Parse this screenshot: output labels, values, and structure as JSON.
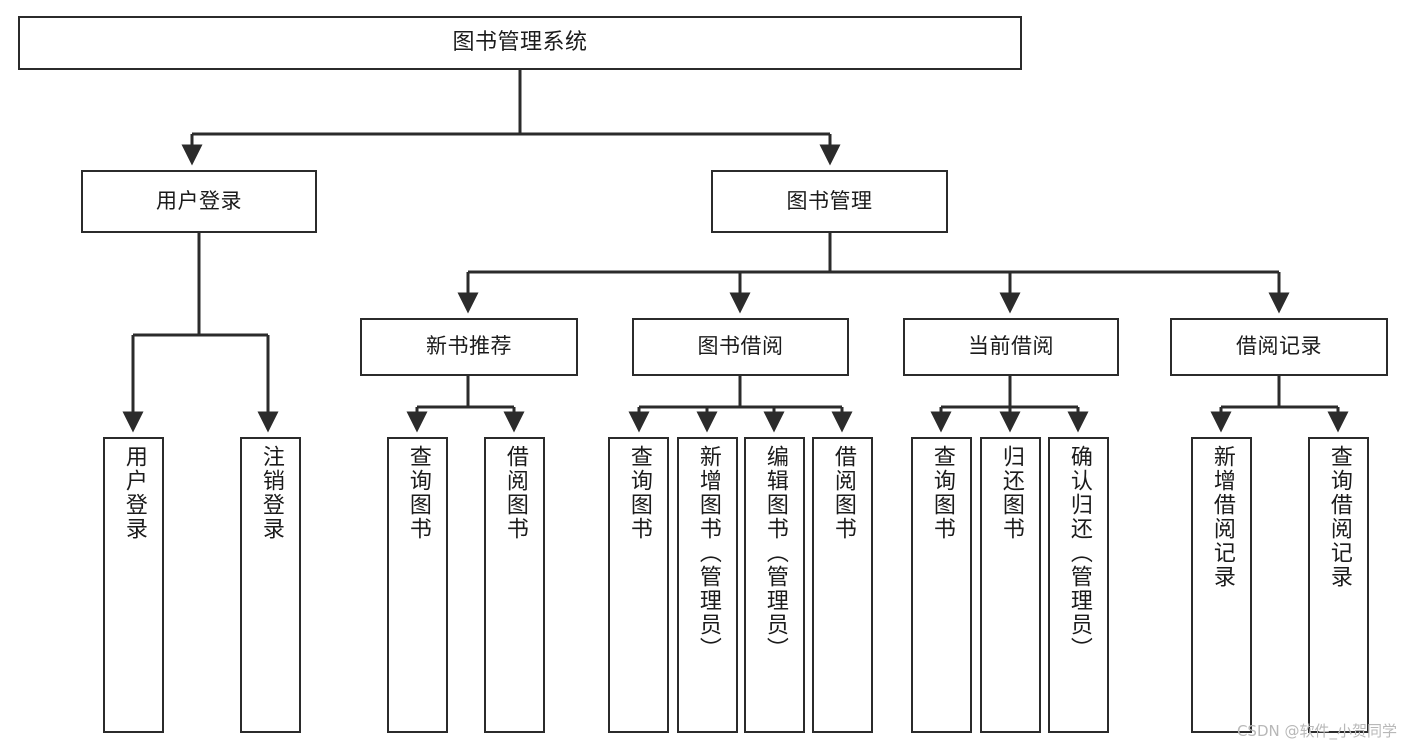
{
  "diagram": {
    "title": "图书管理系统",
    "type": "tree",
    "watermark": "CSDN @软件_小贺同学",
    "colors": {
      "stroke": "#2b2b2b",
      "fill": "#ffffff",
      "text": "#1b1b1b",
      "watermark": "#b8b8b8"
    },
    "levels": {
      "root": {
        "label": "图书管理系统"
      },
      "level2": [
        {
          "id": "user-login",
          "label": "用户登录"
        },
        {
          "id": "book-manage",
          "label": "图书管理"
        }
      ],
      "level3": [
        {
          "id": "new-book-recommend",
          "label": "新书推荐"
        },
        {
          "id": "book-borrow",
          "label": "图书借阅"
        },
        {
          "id": "current-borrow",
          "label": "当前借阅"
        },
        {
          "id": "borrow-record",
          "label": "借阅记录"
        }
      ],
      "leaves": [
        {
          "id": "leaf-user-login",
          "label": "用户登录",
          "parent": "user-login"
        },
        {
          "id": "leaf-logout-login",
          "label": "注销登录",
          "parent": "user-login"
        },
        {
          "id": "leaf-query-book-1",
          "label": "查询图书",
          "parent": "new-book-recommend"
        },
        {
          "id": "leaf-borrow-book-1",
          "label": "借阅图书",
          "parent": "new-book-recommend"
        },
        {
          "id": "leaf-query-book-2",
          "label": "查询图书",
          "parent": "book-borrow"
        },
        {
          "id": "leaf-add-book",
          "label": "新增图书（管理员）",
          "parent": "book-borrow"
        },
        {
          "id": "leaf-edit-book",
          "label": "编辑图书（管理员）",
          "parent": "book-borrow"
        },
        {
          "id": "leaf-borrow-book-2",
          "label": "借阅图书",
          "parent": "book-borrow"
        },
        {
          "id": "leaf-query-book-3",
          "label": "查询图书",
          "parent": "current-borrow"
        },
        {
          "id": "leaf-return-book",
          "label": "归还图书",
          "parent": "current-borrow"
        },
        {
          "id": "leaf-confirm-return",
          "label": "确认归还（管理员）",
          "parent": "current-borrow"
        },
        {
          "id": "leaf-add-record",
          "label": "新增借阅记录",
          "parent": "borrow-record"
        },
        {
          "id": "leaf-query-record",
          "label": "查询借阅记录",
          "parent": "borrow-record"
        }
      ]
    }
  }
}
